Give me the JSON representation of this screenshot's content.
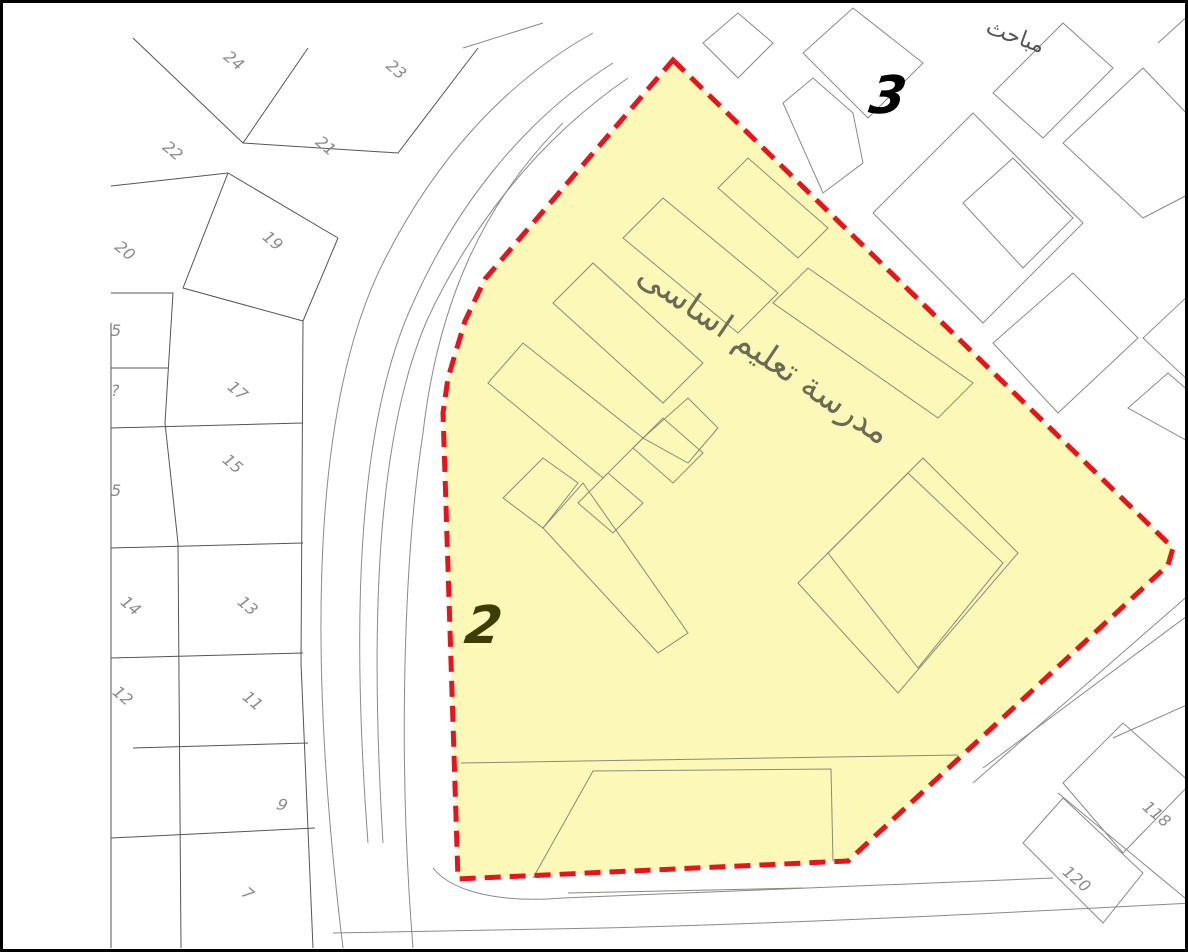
{
  "map": {
    "school_label": "مدرسة تعليم اساسى",
    "top_label": "مباحث",
    "zones": [
      {
        "label": "2",
        "color": "#3d3d00"
      },
      {
        "label": "3",
        "color": "#000000"
      }
    ],
    "lots": [
      "24",
      "23",
      "22",
      "21",
      "20",
      "19",
      "17",
      "15",
      "14",
      "13",
      "12",
      "11",
      "9",
      "7",
      "118",
      "120"
    ],
    "colors": {
      "boundary": "#e8141b",
      "parcel_fill": "#fbf8b8",
      "frame": "#000000"
    }
  }
}
